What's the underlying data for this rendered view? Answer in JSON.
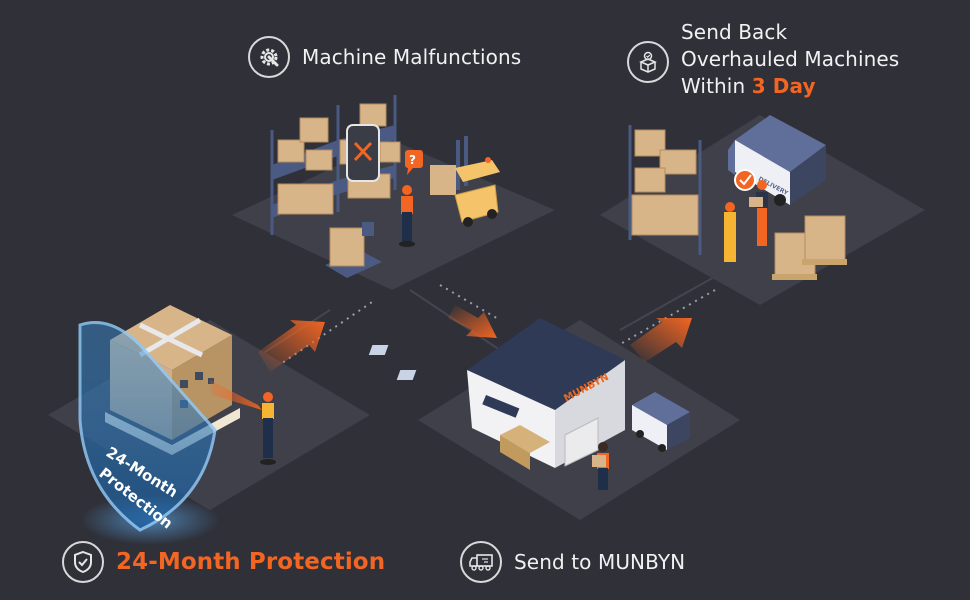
{
  "steps": {
    "machine_malfunctions": {
      "label": "Machine Malfunctions",
      "icon": "gear-wrench-icon"
    },
    "send_back": {
      "line1": "Send Back",
      "line2": "Overhauled Machines",
      "line3_prefix": "Within",
      "line3_accent": "3 Day",
      "icon": "box-check-icon"
    },
    "protection": {
      "label": "24-Month Protection",
      "icon": "shield-check-icon"
    },
    "send_to": {
      "label": "Send to MUNBYN",
      "icon": "truck-icon"
    }
  },
  "illustration": {
    "shield_line1": "24-Month",
    "shield_line2": "Protection",
    "building_brand": "MUNBYN",
    "van_text": "DELIVERY",
    "question_mark": "?"
  },
  "colors": {
    "background": "#2f3038",
    "accent": "#f26522",
    "platform": "#3f4049",
    "shield": "#2b7bbf"
  }
}
